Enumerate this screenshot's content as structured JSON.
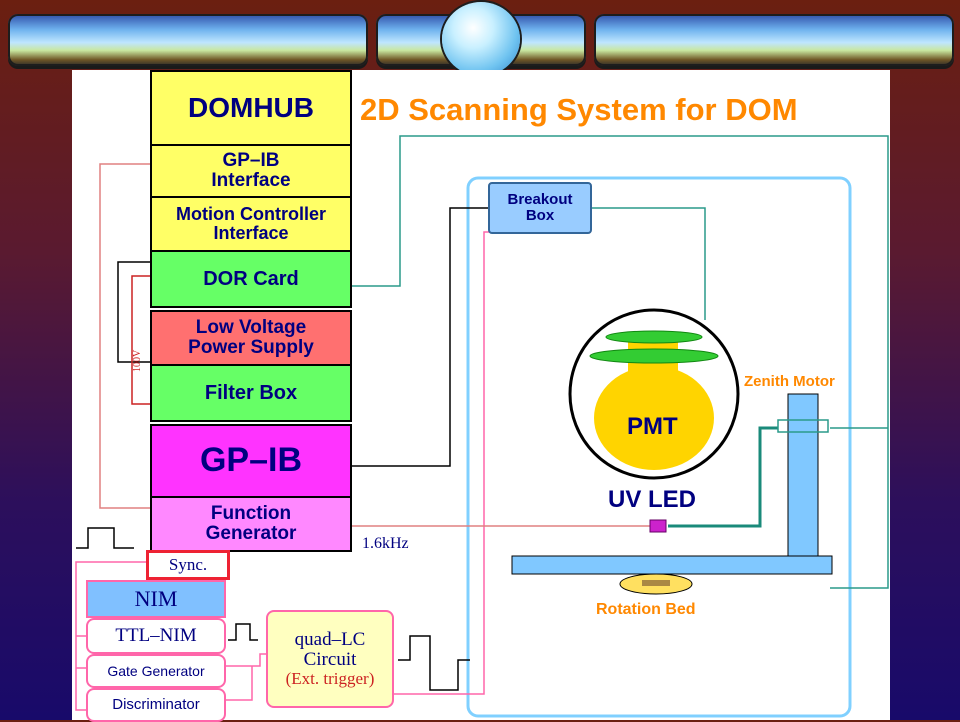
{
  "title": "2D Scanning System for DOM",
  "rack": {
    "domhub": "DOMHUB",
    "gpib_interface": "GP–IB\nInterface",
    "motion_controller": "Motion Controller\nInterface",
    "dor_card": "DOR Card",
    "low_voltage": "Low Voltage\nPower Supply",
    "filter_box": "Filter Box",
    "gpib": "GP–IB",
    "function_generator": "Function\nGenerator"
  },
  "labels": {
    "breakout_box": "Breakout\nBox",
    "pmt": "PMT",
    "uv_led": "UV LED",
    "zenith_motor": "Zenith Motor",
    "rotation_bed": "Rotation Bed",
    "frequency": "1.6kHz",
    "voltage": "100V"
  },
  "nim_crate": {
    "sync": "Sync.",
    "nim": "NIM",
    "ttl_nim": "TTL–NIM",
    "gate_generator": "Gate Generator",
    "discriminator": "Discriminator",
    "quad_lc": "quad–LC\nCircuit",
    "ext_trigger": "(Ext. trigger)"
  },
  "colors": {
    "yellow": "#ffff66",
    "green": "#66ff66",
    "salmon": "#ff7070",
    "magenta": "#ff33ff",
    "pink": "#ff88ff",
    "blue_box": "#80c0ff",
    "pmt_yellow": "#ffd400",
    "pmt_green": "#33cc33",
    "title_orange": "#ff8800",
    "navy": "#000080"
  }
}
